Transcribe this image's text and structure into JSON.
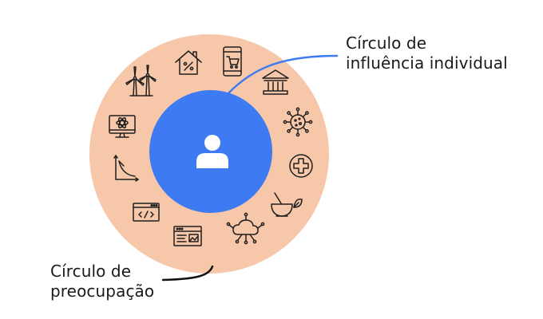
{
  "colors": {
    "outer_circle": "#f6c7a8",
    "inner_circle": "#3e7bf2",
    "person_icon": "#ffffff",
    "icon_stroke": "#1f1f1f",
    "inner_connector": "#3e7bf2",
    "outer_connector": "#111111"
  },
  "labels": {
    "inner_line1": "Círculo de",
    "inner_line2": "influência individual",
    "outer_line1": "Círculo de",
    "outer_line2": "preocupação"
  },
  "icons": [
    "house-percent-icon",
    "mobile-shopping-cart-icon",
    "bank-building-icon",
    "virus-icon",
    "medical-cross-icon",
    "mortar-pestle-leaf-icon",
    "cloud-network-icon",
    "web-page-ad-icon",
    "code-window-icon",
    "declining-graph-icon",
    "computer-atom-icon",
    "wind-turbines-icon"
  ],
  "center_icon": "person-icon"
}
